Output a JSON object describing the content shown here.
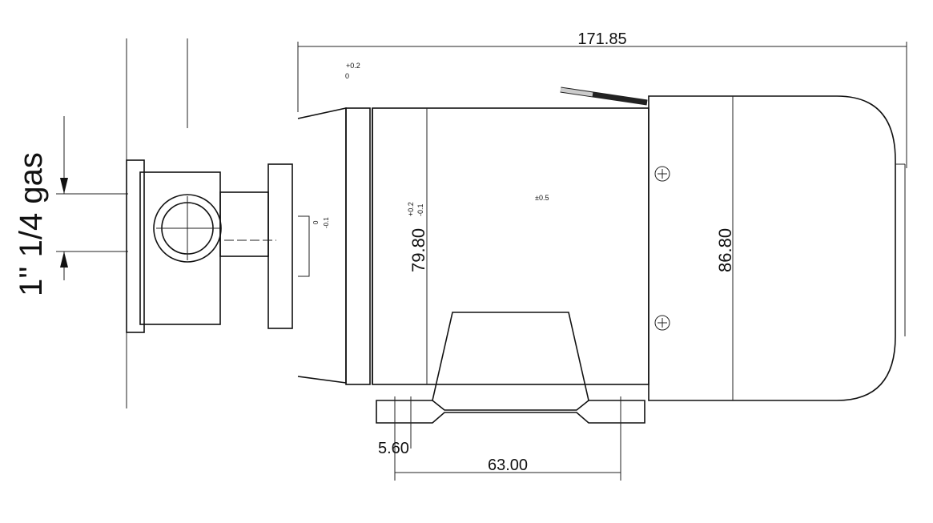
{
  "dimensions": {
    "overall_length": "171.85",
    "top_tol_upper": "+0.2",
    "top_tol_lower": "0",
    "shaft_tol_upper": "0",
    "shaft_tol_lower": "-0.1",
    "body_diameter": "79.80",
    "body_tol_upper": "+0.2",
    "body_tol_lower": "-0.1",
    "body_tol_general": "±0.5",
    "motor_diameter": "86.80",
    "port_size": "1'' 1/4 gas",
    "foot_offset": "5.60",
    "foot_spacing": "63.00"
  }
}
